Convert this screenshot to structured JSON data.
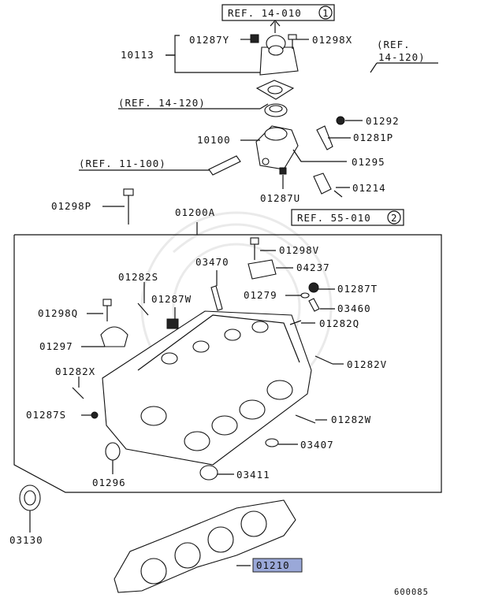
{
  "diagram_id": "600085",
  "references": [
    {
      "text": "REF. 14-010",
      "num": "1"
    },
    {
      "text": "REF. 55-010",
      "num": "2"
    },
    {
      "text": "(REF. 14-120)"
    },
    {
      "text": "(REF. 11-100)"
    },
    {
      "text": "(REF.",
      "text2": "14-120)"
    }
  ],
  "parts": [
    {
      "code": "01287Y"
    },
    {
      "code": "01298X"
    },
    {
      "code": "10113"
    },
    {
      "code": "01292"
    },
    {
      "code": "01281P"
    },
    {
      "code": "10100"
    },
    {
      "code": "01295"
    },
    {
      "code": "01214"
    },
    {
      "code": "01287U"
    },
    {
      "code": "01298P"
    },
    {
      "code": "01200A"
    },
    {
      "code": "01298V"
    },
    {
      "code": "03470"
    },
    {
      "code": "04237"
    },
    {
      "code": "01282S"
    },
    {
      "code": "01287W"
    },
    {
      "code": "01279"
    },
    {
      "code": "01287T"
    },
    {
      "code": "01298Q"
    },
    {
      "code": "03460"
    },
    {
      "code": "01282Q"
    },
    {
      "code": "01297"
    },
    {
      "code": "01282V"
    },
    {
      "code": "01282X"
    },
    {
      "code": "01287S"
    },
    {
      "code": "01282W"
    },
    {
      "code": "03407"
    },
    {
      "code": "01296"
    },
    {
      "code": "03411"
    },
    {
      "code": "03130"
    },
    {
      "code": "01210",
      "highlight": "#9aa8d8"
    }
  ]
}
